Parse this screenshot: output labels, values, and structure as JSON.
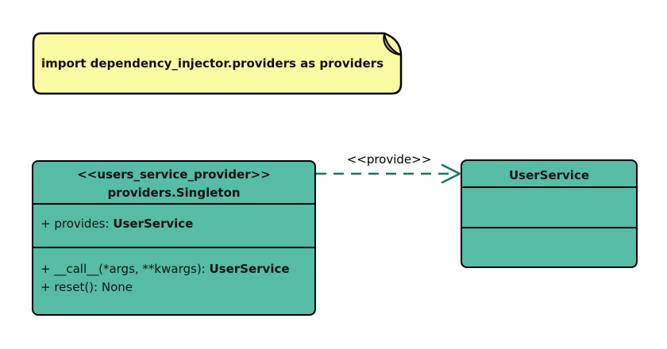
{
  "note": {
    "text": "import dependency_injector.providers as providers"
  },
  "singleton_class": {
    "stereotype": "<<users_service_provider>>",
    "name": "providers.Singleton",
    "attributes": [
      {
        "prefix": "+ provides: ",
        "type": "UserService"
      }
    ],
    "methods": [
      {
        "prefix": "+ __call__(*args, **kwargs): ",
        "type": "UserService"
      },
      {
        "prefix": "+ reset(): None",
        "type": ""
      }
    ]
  },
  "user_service_class": {
    "name": "UserService"
  },
  "relation": {
    "label": "<<provide>>",
    "style": "dashed-open-arrow"
  },
  "colors": {
    "class_fill": "#57BCA5",
    "class_border": "#000000",
    "note_fill": "#FBFBA3",
    "note_fold": "#B3B35C",
    "arrow_color": "#0B7A66",
    "label_color": "#000000"
  }
}
